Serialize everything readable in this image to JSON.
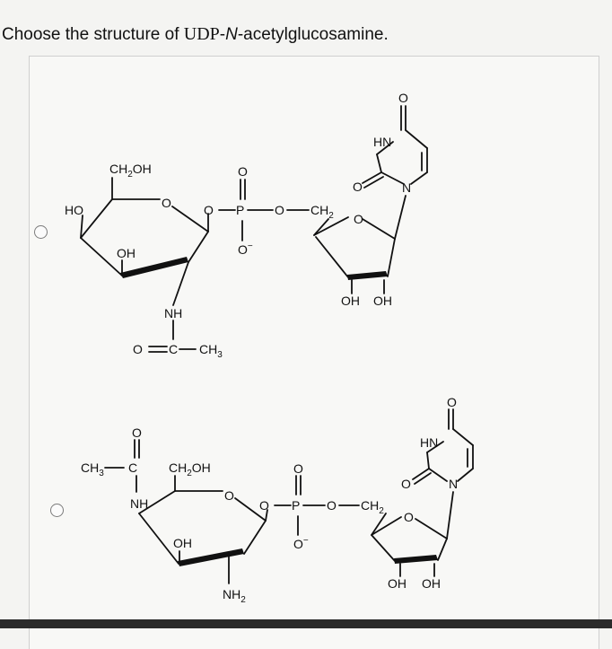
{
  "question": {
    "prefix": "Choose the structure of ",
    "udp": "UDP",
    "dash": "-",
    "n": "N",
    "suffix": "-acetylglucosamine."
  },
  "options": [
    {
      "id": "a",
      "labels": {
        "ch2oh": "CH",
        "ch2oh_sub": "2",
        "ch2oh_tail": "OH",
        "ho": "HO",
        "oh": "OH",
        "ring_o": "O",
        "o_link": "O",
        "p": "P",
        "o_double": "O",
        "o_minus": "O",
        "minus": "−",
        "o_bridge": "O",
        "ch2": "CH",
        "ch2_sub": "2",
        "ribose_o": "O",
        "oh1": "OH",
        "oh2": "OH",
        "hn": "HN",
        "carbonyl_o1": "O",
        "carbonyl_o2": "O",
        "n": "N",
        "nh": "NH",
        "acetyl_o": "O",
        "acetyl_c": "C",
        "ch3": "CH",
        "ch3_sub": "3"
      }
    },
    {
      "id": "b",
      "labels": {
        "ch3": "CH",
        "ch3_sub": "3",
        "acetyl_c": "C",
        "acetyl_o": "O",
        "nh": "NH",
        "ch2oh": "CH",
        "ch2oh_sub": "2",
        "ch2oh_tail": "OH",
        "ring_o": "O",
        "oh": "OH",
        "nh2": "NH",
        "nh2_sub": "2",
        "o_link": "O",
        "p": "P",
        "o_double": "O",
        "o_minus": "O",
        "minus": "−",
        "o_bridge": "O",
        "ch2": "CH",
        "ch2_sub": "2",
        "ribose_o": "O",
        "oh1": "OH",
        "oh2": "OH",
        "hn": "HN",
        "carbonyl_o1": "O",
        "carbonyl_o2": "O",
        "n": "N"
      }
    }
  ]
}
